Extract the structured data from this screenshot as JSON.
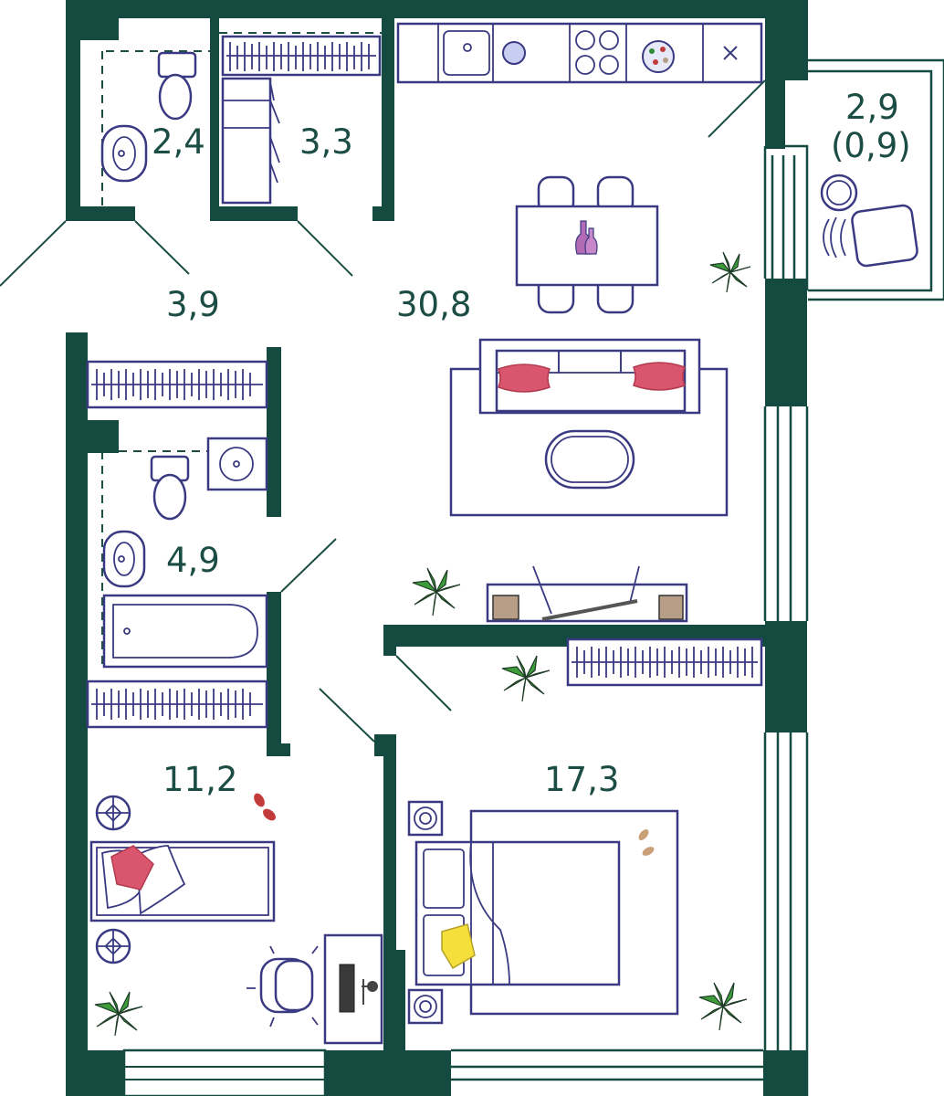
{
  "colors": {
    "wall": "#154a40",
    "furniture_outline": "#3a3a82",
    "label_text": "#1c4d44",
    "pillow_red": "#d9566e",
    "pillow_yellow": "#f5df3a",
    "vase_purple": "#b26ab4",
    "plant_green": "#3e9b3a",
    "slipper_red": "#c23a3a",
    "slipper_tan": "#c9a078",
    "box_brown": "#b89e86"
  },
  "rooms": {
    "wc_small": {
      "area": "2,4"
    },
    "wardrobe": {
      "area": "3,3"
    },
    "hall": {
      "area": "3,9"
    },
    "living_kitchen": {
      "area": "30,8"
    },
    "balcony": {
      "area": "2,9",
      "area_reduced": "(0,9)"
    },
    "bathroom": {
      "area": "4,9"
    },
    "bedroom_child": {
      "area": "11,2"
    },
    "bedroom_master": {
      "area": "17,3"
    }
  },
  "icons": {
    "sink": "sink-icon",
    "stove": "stove-icon",
    "toilet": "toilet-icon",
    "bathtub": "bathtub-icon",
    "plant": "plant-icon",
    "bed": "bed-icon",
    "sofa": "sofa-icon",
    "chair": "chair-icon"
  }
}
